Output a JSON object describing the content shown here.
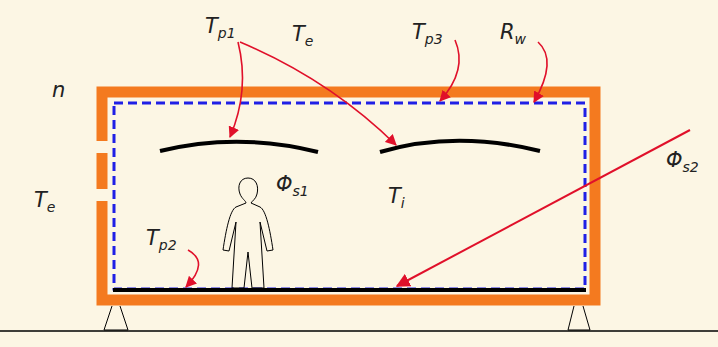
{
  "diagram": {
    "labels": [
      "Tp1",
      "Te",
      "Tp3",
      "Rw",
      "n",
      "Te",
      "Φs1",
      "Ti",
      "Tp2",
      "Φs2"
    ]
  }
}
